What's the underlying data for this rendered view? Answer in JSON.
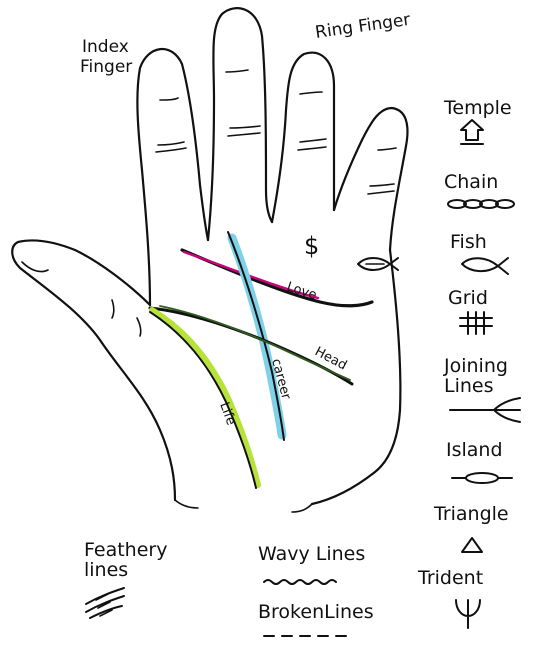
{
  "labels": {
    "index_finger_1": "Index",
    "index_finger_2": "Finger",
    "ring_finger": "Ring Finger",
    "love": "Love",
    "head": "Head",
    "career": "career",
    "life": "Life",
    "dollar": "$"
  },
  "legend_right": {
    "temple": "Temple",
    "chain": "Chain",
    "fish": "Fish",
    "grid": "Grid",
    "joining_1": "Joining",
    "joining_2": "Lines",
    "island": "Island",
    "triangle": "Triangle",
    "trident": "Trident"
  },
  "legend_bottom": {
    "feathery_1": "Feathery",
    "feathery_2": "lines",
    "wavy": "Wavy Lines",
    "broken": "BrokenLines"
  },
  "colors": {
    "love_line": "#c8007a",
    "head_line": "#2f5c1e",
    "career_line": "#7fd1e8",
    "life_line": "#b7e23a",
    "ink": "#111111"
  }
}
